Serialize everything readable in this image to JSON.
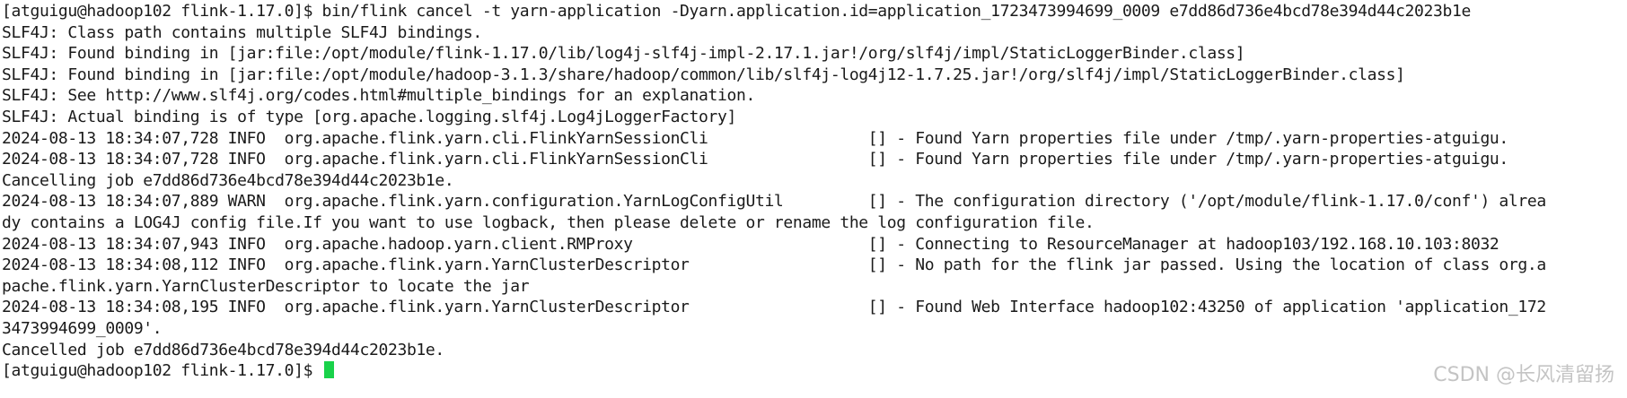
{
  "terminal": {
    "background": "#ffffff",
    "text_color": "#1a1a1a",
    "cursor_color": "#19d24a",
    "lines": [
      "[atguigu@hadoop102 flink-1.17.0]$ bin/flink cancel -t yarn-application -Dyarn.application.id=application_1723473994699_0009 e7dd86d736e4bcd78e394d44c2023b1e",
      "SLF4J: Class path contains multiple SLF4J bindings.",
      "SLF4J: Found binding in [jar:file:/opt/module/flink-1.17.0/lib/log4j-slf4j-impl-2.17.1.jar!/org/slf4j/impl/StaticLoggerBinder.class]",
      "SLF4J: Found binding in [jar:file:/opt/module/hadoop-3.1.3/share/hadoop/common/lib/slf4j-log4j12-1.7.25.jar!/org/slf4j/impl/StaticLoggerBinder.class]",
      "SLF4J: See http://www.slf4j.org/codes.html#multiple_bindings for an explanation.",
      "SLF4J: Actual binding is of type [org.apache.logging.slf4j.Log4jLoggerFactory]",
      "2024-08-13 18:34:07,728 INFO  org.apache.flink.yarn.cli.FlinkYarnSessionCli                 [] - Found Yarn properties file under /tmp/.yarn-properties-atguigu.",
      "2024-08-13 18:34:07,728 INFO  org.apache.flink.yarn.cli.FlinkYarnSessionCli                 [] - Found Yarn properties file under /tmp/.yarn-properties-atguigu.",
      "Cancelling job e7dd86d736e4bcd78e394d44c2023b1e.",
      "2024-08-13 18:34:07,889 WARN  org.apache.flink.yarn.configuration.YarnLogConfigUtil         [] - The configuration directory ('/opt/module/flink-1.17.0/conf') alrea",
      "dy contains a LOG4J config file.If you want to use logback, then please delete or rename the log configuration file.",
      "2024-08-13 18:34:07,943 INFO  org.apache.hadoop.yarn.client.RMProxy                         [] - Connecting to ResourceManager at hadoop103/192.168.10.103:8032",
      "2024-08-13 18:34:08,112 INFO  org.apache.flink.yarn.YarnClusterDescriptor                   [] - No path for the flink jar passed. Using the location of class org.a",
      "pache.flink.yarn.YarnClusterDescriptor to locate the jar",
      "2024-08-13 18:34:08,195 INFO  org.apache.flink.yarn.YarnClusterDescriptor                   [] - Found Web Interface hadoop102:43250 of application 'application_172",
      "3473994699_0009'.",
      "Cancelled job e7dd86d736e4bcd78e394d44c2023b1e."
    ],
    "prompt": "[atguigu@hadoop102 flink-1.17.0]$ "
  },
  "watermark": "CSDN @长风清留扬"
}
